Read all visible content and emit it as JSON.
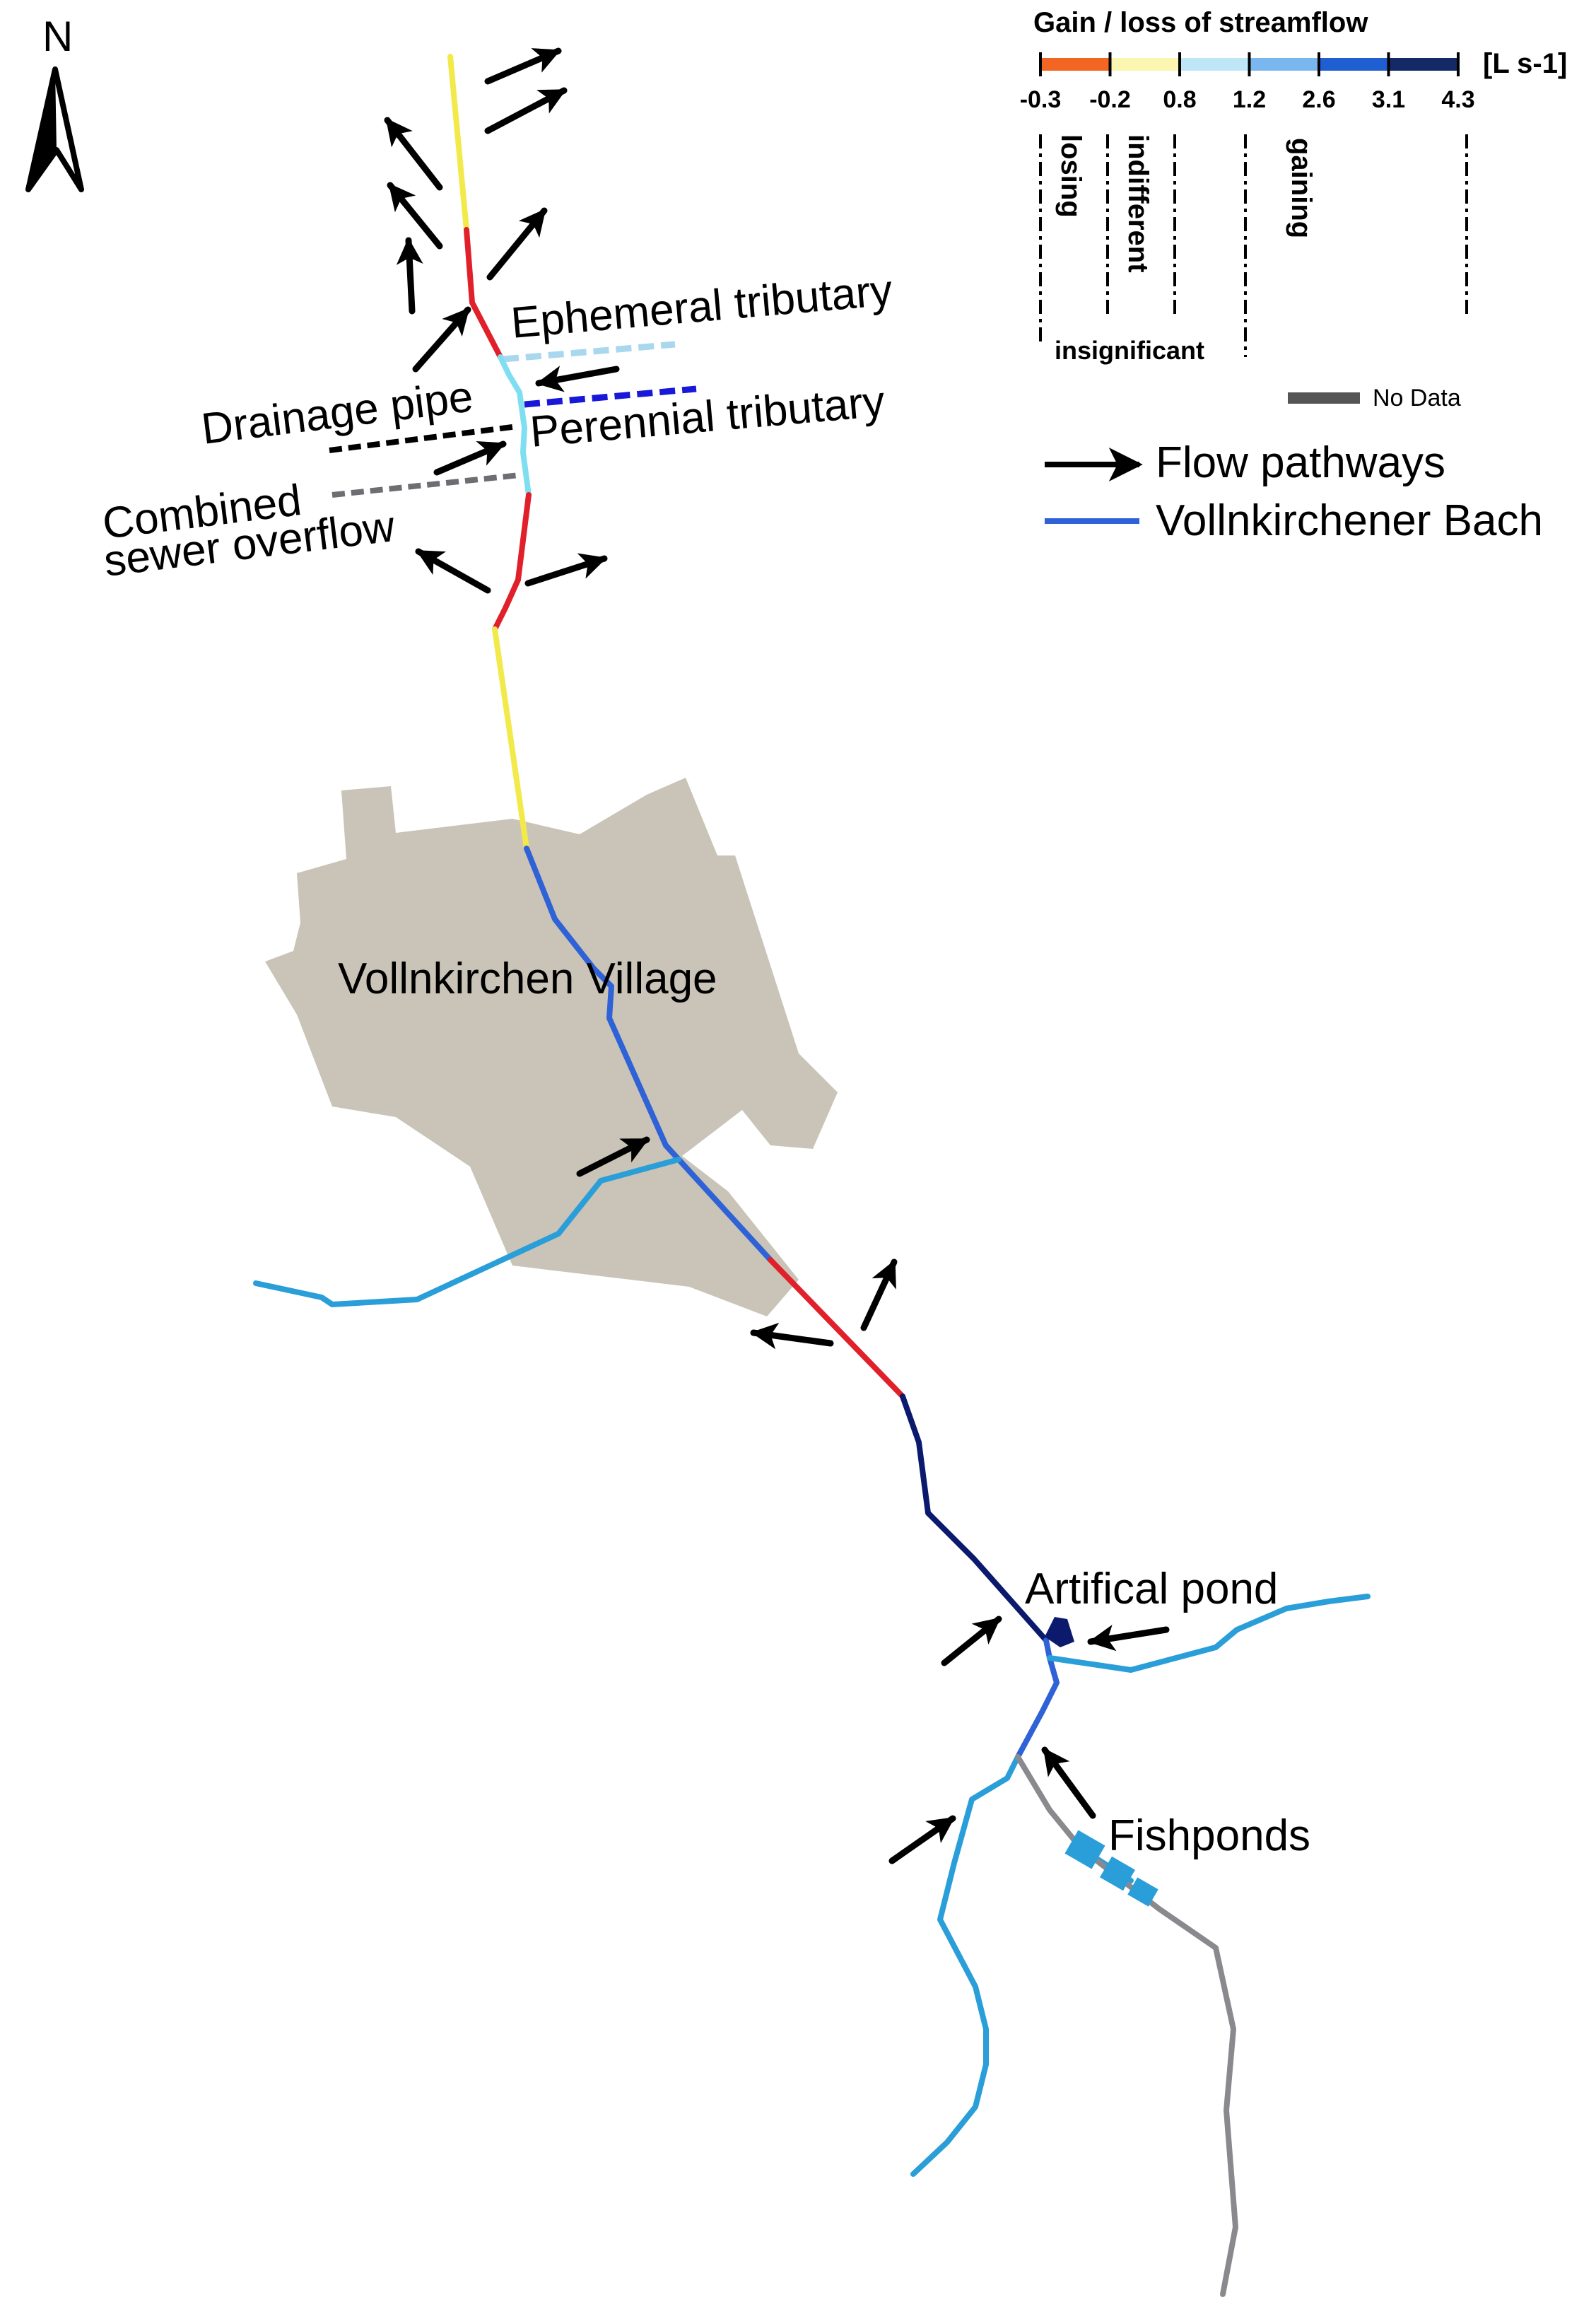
{
  "north_arrow": {
    "label": "N",
    "icon": "north-arrow-icon"
  },
  "legend": {
    "title": "Gain / loss of streamflow",
    "unit": "[L s-1]",
    "scale_segments": [
      {
        "from": "-0.3",
        "to": "-0.2",
        "color": "#f26522"
      },
      {
        "from": "-0.2",
        "to": "0.8",
        "color": "#fbf6b0"
      },
      {
        "from": "0.8",
        "to": "1.2",
        "color": "#bfe6f7"
      },
      {
        "from": "1.2",
        "to": "2.6",
        "color": "#7ab7ee"
      },
      {
        "from": "2.6",
        "to": "3.1",
        "color": "#1f5fd1"
      },
      {
        "from": "3.1",
        "to": "4.3",
        "color": "#142a66"
      }
    ],
    "tick_labels": [
      "-0.3",
      "-0.2",
      "0.8",
      "1.2",
      "2.6",
      "3.1",
      "4.3"
    ],
    "classes": {
      "losing": "losing",
      "indifferent": "indifferent",
      "gaining": "gaining",
      "insignificant": "insignificant"
    },
    "no_data": {
      "label": "No Data",
      "color": "#555555"
    },
    "flow_pathways": "Flow pathways",
    "stream_name": "Vollnkirchener Bach",
    "stream_color": "#2f62d6"
  },
  "labels": {
    "ephemeral_tributary": "Ephemeral tributary",
    "drainage_pipe": "Drainage pipe",
    "perennial_tributary": "Perennial tributary",
    "combined_line1": "Combined",
    "combined_line2": "sewer overflow",
    "village": "Vollnkirchen Village",
    "artificial_pond": "Artifical pond",
    "fishponds": "Fishponds"
  },
  "colors": {
    "losing": "#e0202a",
    "indifferent": "#f2ea4a",
    "insignificant_gain": "#7fdff0",
    "moderate_gain": "#2f62d6",
    "high_gain": "#0c1a6e",
    "tributary": "#2a9ed8",
    "no_data": "#8a8a8e",
    "village_fill": "#c9c4b7"
  }
}
